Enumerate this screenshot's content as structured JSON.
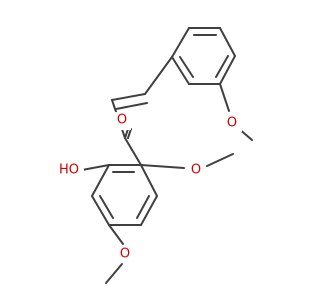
{
  "molecule": {
    "atoms": {
      "ketone_oxygen": "O",
      "hydroxyl": "HO",
      "methoxy_ortho_ring_b": "O",
      "methoxy_ortho_ring_a": "O",
      "methoxy_para_ring_a": "O"
    }
  },
  "colors": {
    "bond": "#404040",
    "oxygen": "#d40000",
    "background": "#ffffff"
  }
}
